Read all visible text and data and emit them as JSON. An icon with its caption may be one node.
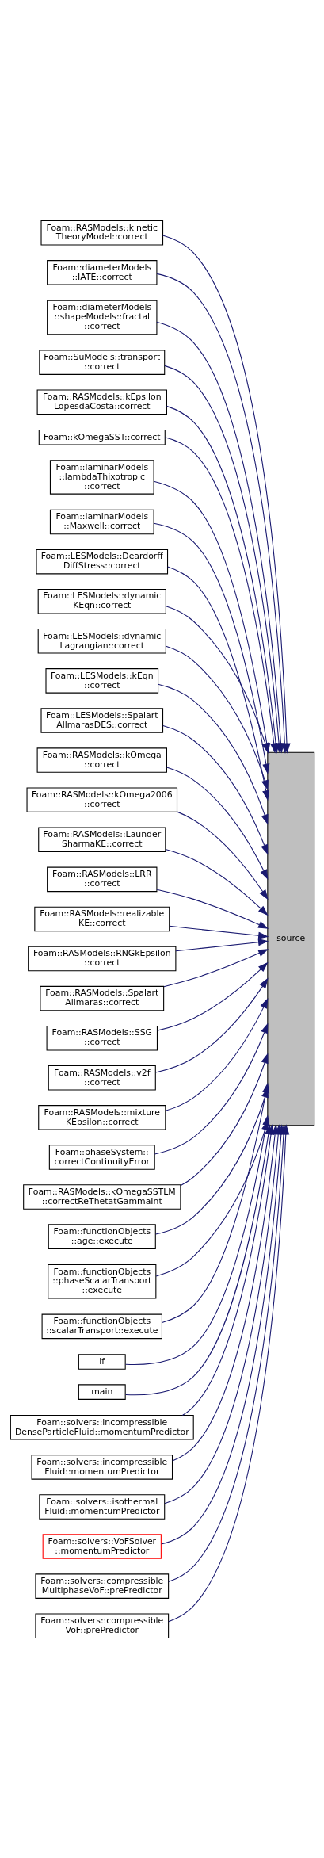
{
  "diagram": {
    "nodes": [
      {
        "text": [
          "Foam::RASModels::kinetic TheoryModel::correct"
        ]
      },
      {
        "text": [
          "Foam::diameterModels ::IATE::correct"
        ]
      },
      {
        "text": [
          "Foam::diameterModels ::shapeModels::fractal ::correct"
        ]
      },
      {
        "text": [
          "Foam::SuModels::transport ::correct"
        ]
      },
      {
        "text": [
          "Foam::RASModels::kEpsilon LopesdaCosta::correct"
        ]
      },
      {
        "text": [
          "Foam::kOmegaSST::correct"
        ]
      },
      {
        "text": [
          "Foam::laminarModels ::lambdaThixotropic ::correct"
        ]
      },
      {
        "text": [
          "Foam::laminarModels ::Maxwell::correct"
        ]
      },
      {
        "text": [
          "Foam::LESModels::Deardorff DiffStress::correct"
        ]
      },
      {
        "text": [
          "Foam::LESModels::dynamic KEqn::correct"
        ]
      },
      {
        "text": [
          "Foam::LESModels::dynamic Lagrangian::correct"
        ]
      },
      {
        "text": [
          "Foam::LESModels::kEqn ::correct"
        ]
      },
      {
        "text": [
          "Foam::LESModels::Spalart AllmarasDES::correct"
        ]
      },
      {
        "text": [
          "Foam::RASModels::kOmega ::correct"
        ]
      },
      {
        "text": [
          "Foam::RASModels::kOmega2006 ::correct"
        ]
      },
      {
        "text": [
          "Foam::RASModels::Launder SharmaKE::correct"
        ]
      },
      {
        "text": [
          "Foam::RASModels::LRR ::correct"
        ]
      },
      {
        "text": [
          "Foam::RASModels::realizable KE::correct"
        ]
      },
      {
        "text": [
          "Foam::RASModels::RNGkEpsilon ::correct"
        ]
      },
      {
        "text": [
          "Foam::RASModels::Spalart Allmaras::correct"
        ]
      },
      {
        "text": [
          "Foam::RASModels::SSG ::correct"
        ]
      },
      {
        "text": [
          "Foam::RASModels::v2f ::correct"
        ]
      },
      {
        "text": [
          "Foam::RASModels::mixture KEpsilon::correct"
        ]
      },
      {
        "text": [
          "Foam::phaseSystem:: correctContinuityError"
        ]
      },
      {
        "text": [
          "Foam::RASModels::kOmegaSSTLM ::correctReThetatGammaInt"
        ]
      },
      {
        "text": [
          "Foam::functionObjects ::age::execute"
        ]
      },
      {
        "text": [
          "Foam::functionObjects ::phaseScalarTransport ::execute"
        ]
      },
      {
        "text": [
          "Foam::functionObjects ::scalarTransport::execute"
        ]
      },
      {
        "text": [
          "if"
        ]
      },
      {
        "text": [
          "main"
        ]
      },
      {
        "text": [
          "Foam::solvers::incompressible DenseParticleFluid::momentumPredictor"
        ]
      },
      {
        "text": [
          "Foam::solvers::incompressible Fluid::momentumPredictor"
        ]
      },
      {
        "text": [
          "Foam::solvers::isothermal Fluid::momentumPredictor"
        ]
      },
      {
        "text": [
          "Foam::solvers::VoFSolver ::momentumPredictor"
        ]
      },
      {
        "text": [
          "Foam::solvers::compressible MultiphaseVoF::prePredictor"
        ]
      },
      {
        "text": [
          "Foam::solvers::compressible VoF::prePredictor"
        ]
      },
      {
        "text": [
          "source"
        ]
      }
    ],
    "edges": [
      {
        "from": 0,
        "to": 36,
        "arrow": "to"
      },
      {
        "from": 1,
        "to": 36,
        "arrow": "to"
      },
      {
        "from": 2,
        "to": 36,
        "arrow": "to"
      },
      {
        "from": 3,
        "to": 36,
        "arrow": "to"
      },
      {
        "from": 4,
        "to": 36,
        "arrow": "to"
      },
      {
        "from": 5,
        "to": 36,
        "arrow": "to"
      },
      {
        "from": 6,
        "to": 36,
        "arrow": "to"
      },
      {
        "from": 7,
        "to": 36,
        "arrow": "to"
      },
      {
        "from": 8,
        "to": 36,
        "arrow": "to"
      },
      {
        "from": 9,
        "to": 36,
        "arrow": "to"
      },
      {
        "from": 10,
        "to": 36,
        "arrow": "to"
      },
      {
        "from": 11,
        "to": 36,
        "arrow": "to"
      },
      {
        "from": 12,
        "to": 36,
        "arrow": "to"
      },
      {
        "from": 13,
        "to": 36,
        "arrow": "to"
      },
      {
        "from": 14,
        "to": 36,
        "arrow": "to"
      },
      {
        "from": 15,
        "to": 36,
        "arrow": "to"
      },
      {
        "from": 16,
        "to": 36,
        "arrow": "to"
      },
      {
        "from": 17,
        "to": 36,
        "arrow": "to"
      },
      {
        "from": 18,
        "to": 36,
        "arrow": "to"
      },
      {
        "from": 19,
        "to": 36,
        "arrow": "to"
      },
      {
        "from": 20,
        "to": 36,
        "arrow": "to"
      },
      {
        "from": 21,
        "to": 36,
        "arrow": "to"
      },
      {
        "from": 22,
        "to": 36,
        "arrow": "to"
      },
      {
        "from": 23,
        "to": 36,
        "arrow": "to"
      },
      {
        "from": 24,
        "to": 36,
        "arrow": "to"
      },
      {
        "from": 25,
        "to": 36,
        "arrow": "to"
      },
      {
        "from": 26,
        "to": 36,
        "arrow": "to"
      },
      {
        "from": 27,
        "to": 36,
        "arrow": "to"
      },
      {
        "from": 28,
        "to": 36,
        "arrow": "to"
      },
      {
        "from": 29,
        "to": 36,
        "arrow": "to"
      },
      {
        "from": 30,
        "to": 36,
        "arrow": "to"
      },
      {
        "from": 31,
        "to": 36,
        "arrow": "to"
      },
      {
        "from": 32,
        "to": 36,
        "arrow": "to"
      },
      {
        "from": 33,
        "to": 36,
        "arrow": "to"
      },
      {
        "from": 34,
        "to": 36,
        "arrow": "to"
      },
      {
        "from": 35,
        "to": 36,
        "arrow": "to"
      }
    ]
  }
}
